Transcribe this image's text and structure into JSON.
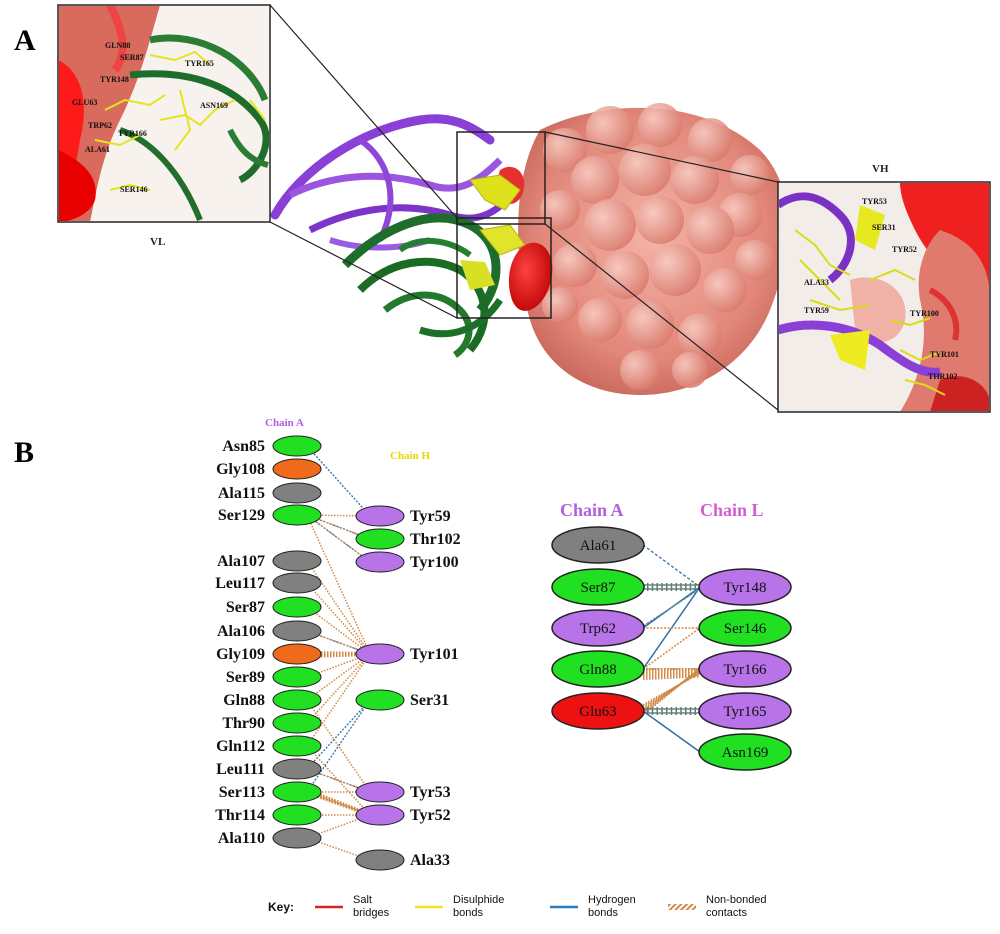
{
  "panel_a": {
    "letter": "A",
    "vl_label": "VL",
    "vh_label": "VH",
    "vl_residues": [
      "GLN88",
      "SER87",
      "TYR165",
      "TYR148",
      "GLU63",
      "ASN169",
      "TRP62",
      "TYR166",
      "ALA61",
      "SER146"
    ],
    "vh_residues": [
      "TYR53",
      "SER31",
      "TYR52",
      "ALA33",
      "TYR59",
      "TYR100",
      "TYR101",
      "THR102"
    ]
  },
  "panel_b": {
    "letter": "B",
    "left": {
      "chain_a_title": "Chain A",
      "chain_h_title": "Chain H",
      "chain_a_residues": [
        {
          "label": "Asn85",
          "type": "polar"
        },
        {
          "label": "Gly108",
          "type": "glycine"
        },
        {
          "label": "Ala115",
          "type": "hydrophobic"
        },
        {
          "label": "Ser129",
          "type": "polar"
        },
        {
          "label": "Ala107",
          "type": "hydrophobic"
        },
        {
          "label": "Leu117",
          "type": "hydrophobic"
        },
        {
          "label": "Ser87",
          "type": "polar"
        },
        {
          "label": "Ala106",
          "type": "hydrophobic"
        },
        {
          "label": "Gly109",
          "type": "glycine"
        },
        {
          "label": "Ser89",
          "type": "polar"
        },
        {
          "label": "Gln88",
          "type": "polar"
        },
        {
          "label": "Thr90",
          "type": "polar"
        },
        {
          "label": "Gln112",
          "type": "polar"
        },
        {
          "label": "Leu111",
          "type": "hydrophobic"
        },
        {
          "label": "Ser113",
          "type": "polar"
        },
        {
          "label": "Thr114",
          "type": "polar"
        },
        {
          "label": "Ala110",
          "type": "hydrophobic"
        }
      ],
      "chain_h_residues": [
        {
          "label": "Tyr59",
          "type": "aromatic"
        },
        {
          "label": "Thr102",
          "type": "polar"
        },
        {
          "label": "Tyr100",
          "type": "aromatic"
        },
        {
          "label": "Tyr101",
          "type": "aromatic"
        },
        {
          "label": "Ser31",
          "type": "polar"
        },
        {
          "label": "Tyr53",
          "type": "aromatic"
        },
        {
          "label": "Tyr52",
          "type": "aromatic"
        },
        {
          "label": "Ala33",
          "type": "hydrophobic"
        }
      ]
    },
    "right": {
      "chain_a_title": "Chain A",
      "chain_l_title": "Chain L",
      "chain_a_residues": [
        {
          "label": "Ala61",
          "type": "hydrophobic"
        },
        {
          "label": "Ser87",
          "type": "polar"
        },
        {
          "label": "Trp62",
          "type": "aromatic"
        },
        {
          "label": "Gln88",
          "type": "polar"
        },
        {
          "label": "Glu63",
          "type": "acidic"
        }
      ],
      "chain_l_residues": [
        {
          "label": "Tyr148",
          "type": "aromatic"
        },
        {
          "label": "Ser146",
          "type": "polar"
        },
        {
          "label": "Tyr166",
          "type": "aromatic"
        },
        {
          "label": "Tyr165",
          "type": "aromatic"
        },
        {
          "label": "Asn169",
          "type": "polar"
        }
      ]
    },
    "key": {
      "title": "Key:",
      "items": [
        {
          "line1": "Salt",
          "line2": "bridges",
          "color": "#d62728"
        },
        {
          "line1": "Disulphide",
          "line2": "bonds",
          "color": "#f2e31c"
        },
        {
          "line1": "Hydrogen",
          "line2": "bonds",
          "color": "#2b7bba"
        },
        {
          "line1": "Non-bonded",
          "line2": "contacts",
          "color": "#d9822b"
        }
      ]
    }
  },
  "colors": {
    "polar": "#21e021",
    "hydrophobic": "#808080",
    "aromatic": "#b873e8",
    "glycine": "#f06a1c",
    "acidic": "#ee1111",
    "chain_a_title": "#b060e0",
    "chain_h_title": "#e8d800",
    "chain_l_title": "#d060d0",
    "hbond": "#2f6fa8",
    "nonbond": "#d08a45"
  }
}
